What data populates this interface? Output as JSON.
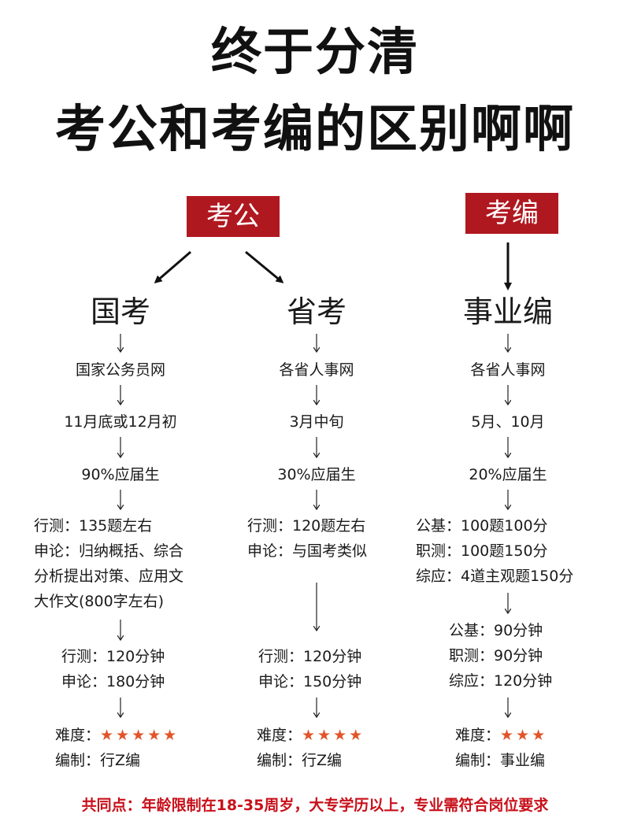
{
  "title": {
    "line1": "终于分清",
    "line2": "考公和考编的区别啊啊"
  },
  "tags": {
    "kaogong": "考公",
    "kaobian": "考编"
  },
  "columns": {
    "guokao": {
      "head": "国考",
      "site": "国家公务员网",
      "time": "11月底或12月初",
      "graduates": "90%应届生",
      "content": [
        "行测：135题左右",
        "申论：归纳概括、综合",
        "分析提出对策、应用文",
        "大作文(800字左右)"
      ],
      "duration": [
        "行测：120分钟",
        "申论：180分钟"
      ],
      "difficulty_label": "难度：",
      "difficulty_stars": "★★★★★",
      "difficulty_value": 5,
      "establishment": "编制：行Z编"
    },
    "shengkao": {
      "head": "省考",
      "site": "各省人事网",
      "time": "3月中旬",
      "graduates": "30%应届生",
      "content": [
        "行测：120题左右",
        "申论：与国考类似"
      ],
      "duration": [
        "行测：120分钟",
        "申论：150分钟"
      ],
      "difficulty_label": "难度：",
      "difficulty_stars": "★★★★",
      "difficulty_value": 4,
      "establishment": "编制：行Z编"
    },
    "shiyebian": {
      "head": "事业编",
      "site": "各省人事网",
      "time": "5月、10月",
      "graduates": "20%应届生",
      "content": [
        "公基：100题100分",
        "职测：100题150分",
        "综应：4道主观题150分"
      ],
      "duration": [
        "公基：90分钟",
        "职测：90分钟",
        "综应：120分钟"
      ],
      "difficulty_label": "难度：",
      "difficulty_stars": "★★★",
      "difficulty_value": 3,
      "establishment": "编制：事业编"
    }
  },
  "footer": "共同点：年龄限制在18-35周岁，大专学历以上，专业需符合岗位要求",
  "colors": {
    "tag_background": "#b01820",
    "star": "#e0552a",
    "footer_text": "#c8101a"
  }
}
